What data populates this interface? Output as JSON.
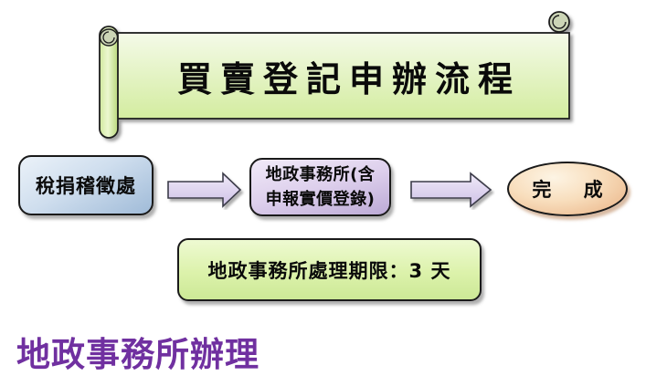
{
  "banner": {
    "title": "買賣登記申辦流程"
  },
  "flow": {
    "tax_office": {
      "label": "稅捐稽徵處"
    },
    "land_office": {
      "line1": "地政事務所(含",
      "line2": "申報實價登錄)"
    },
    "complete": {
      "label": "完 成"
    }
  },
  "note": {
    "label": "地政事務所處理期限：3 天"
  },
  "footer": {
    "label": "地政事務所辦理"
  },
  "colors": {
    "banner_fill_top": "#f4fae8",
    "banner_fill_bottom": "#d3ec9f",
    "banner_curl_fill": "#ccd5b6",
    "tax_box_fill_top": "#ebf2f9",
    "tax_box_fill_bottom": "#a0bbd8",
    "land_box_fill_top": "#f1eaf8",
    "land_box_fill_bottom": "#bcaad6",
    "note_box_fill_top": "#eefad2",
    "note_box_fill_bottom": "#cce896",
    "complete_fill_center": "#fdf4e4",
    "complete_fill_edge": "#e9b183",
    "arrow_fill_top": "#efe9f8",
    "arrow_fill_bottom": "#cfc2e7",
    "outline": "#1a1a1a",
    "footer_text": "#7030a0",
    "title_text": "#0a0a0a"
  }
}
